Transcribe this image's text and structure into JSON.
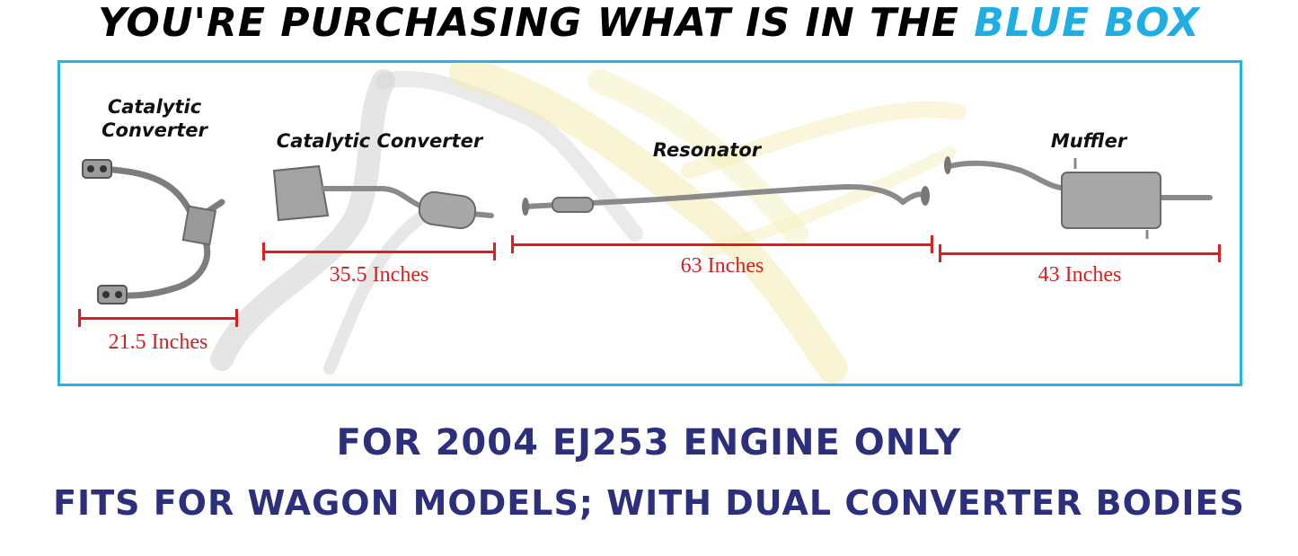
{
  "header": {
    "title_main": "YOU'RE PURCHASING WHAT IS IN THE",
    "title_accent": "BLUE BOX"
  },
  "parts": [
    {
      "name": "Catalytic\nConverter",
      "line1": "Catalytic",
      "line2": "Converter",
      "measurement": "21.5 Inches"
    },
    {
      "name": "Catalytic Converter",
      "measurement": "35.5 Inches"
    },
    {
      "name": "Resonator",
      "measurement": "63 Inches"
    },
    {
      "name": "Muffler",
      "measurement": "43 Inches"
    }
  ],
  "footer": {
    "line1": "FOR 2004 EJ253 ENGINE ONLY",
    "line2": "FITS FOR WAGON MODELS; WITH DUAL CONVERTER BODIES"
  },
  "colors": {
    "accent": "#1eaee4",
    "box_border": "#23b6e3",
    "measure_red": "#e31b1b",
    "footer_navy": "#2b2f7c"
  }
}
